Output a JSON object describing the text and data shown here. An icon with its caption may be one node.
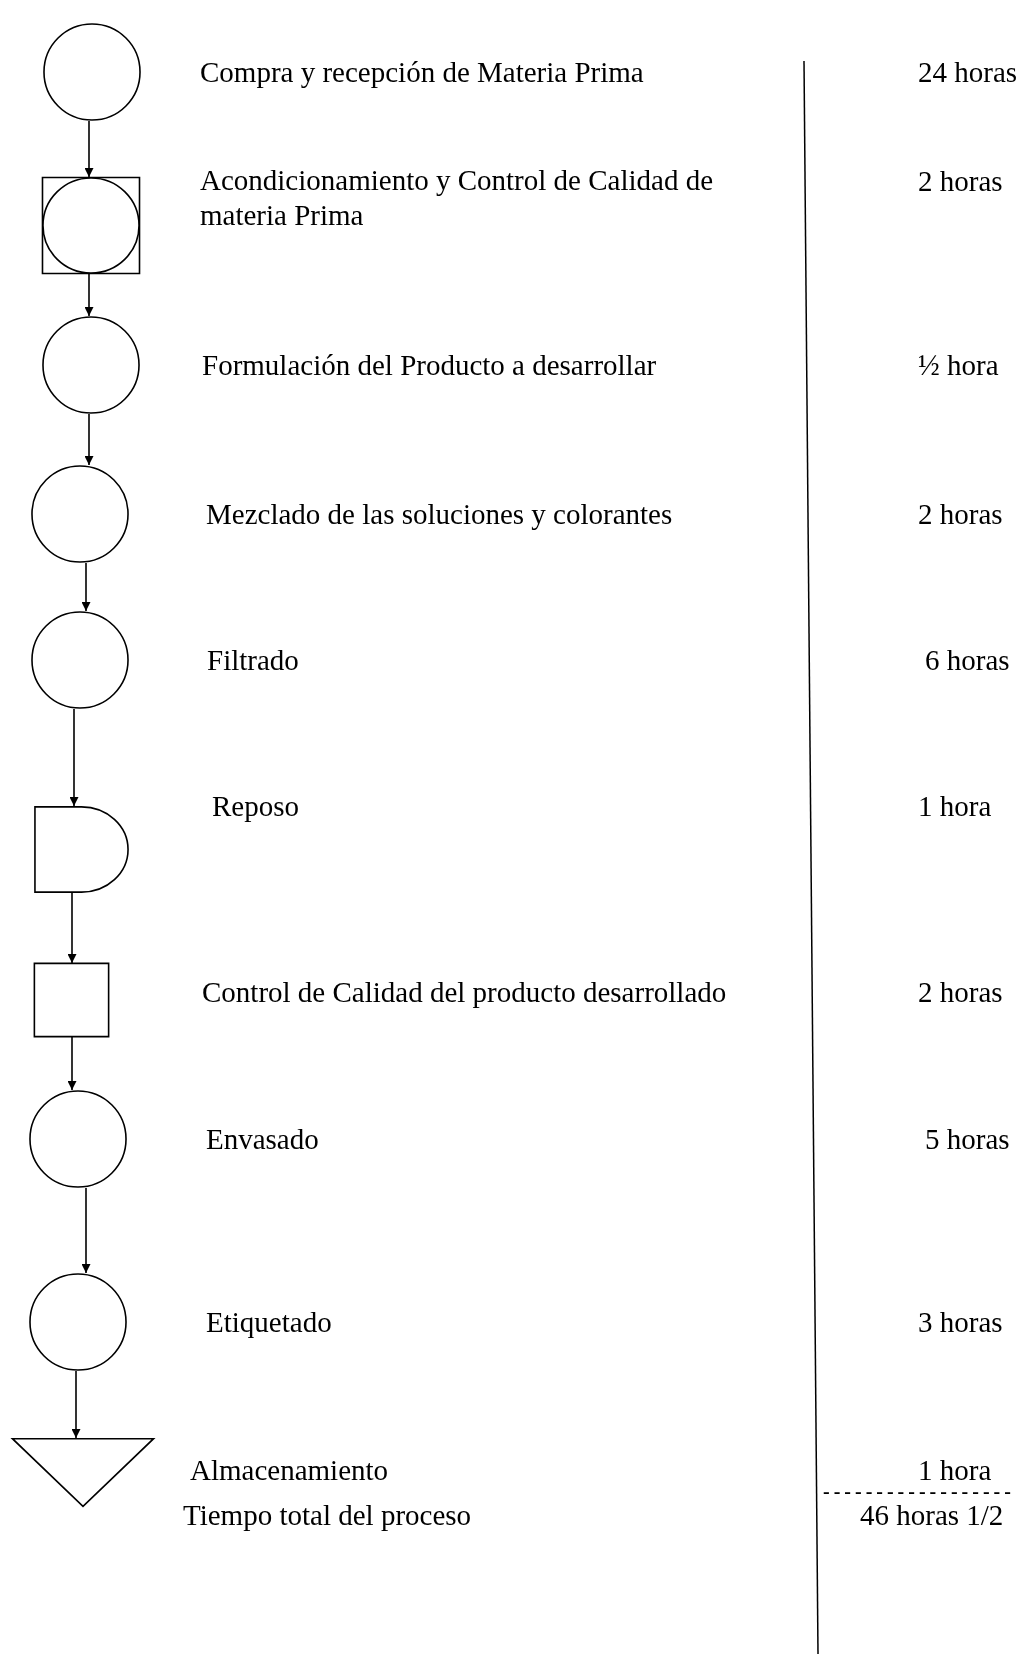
{
  "diagram": {
    "nodes": [
      {
        "text": [],
        "shape": "circle",
        "beside": [
          "Compra y recepción de Materia Prima"
        ]
      },
      {
        "text": [],
        "shape": "box",
        "beside": [
          "Acondicionamiento y Control de Calidad de materia Prima"
        ]
      },
      {
        "text": [],
        "shape": "circle",
        "in": 1
      },
      {
        "text": [],
        "shape": "circle",
        "beside": [
          "Formulación del Producto a desarrollar"
        ]
      },
      {
        "text": [],
        "shape": "circle",
        "beside": [
          "Mezclado de las soluciones y colorantes"
        ]
      },
      {
        "text": [],
        "shape": "circle",
        "beside": [
          "Filtrado"
        ]
      },
      {
        "text": [],
        "shape": "delay",
        "beside": [
          "Reposo"
        ]
      },
      {
        "text": [],
        "shape": "box",
        "beside": [
          "Control de Calidad del producto desarrollado"
        ]
      },
      {
        "text": [],
        "shape": "circle",
        "beside": [
          "Envasado"
        ]
      },
      {
        "text": [],
        "shape": "circle",
        "beside": [
          "Etiquetado"
        ]
      },
      {
        "text": [],
        "shape": "triangle",
        "beside": [
          "Almacenamiento"
        ]
      }
    ],
    "edges": [
      {
        "from": 0,
        "to": 1,
        "arrow": "to"
      },
      {
        "from": 1,
        "to": 3,
        "arrow": "to"
      },
      {
        "from": 3,
        "to": 4,
        "arrow": "to"
      },
      {
        "from": 4,
        "to": 5,
        "arrow": "to"
      },
      {
        "from": 5,
        "to": 6,
        "arrow": "to"
      },
      {
        "from": 6,
        "to": 7,
        "arrow": "to"
      },
      {
        "from": 7,
        "to": 8,
        "arrow": "to"
      },
      {
        "from": 8,
        "to": 9,
        "arrow": "to"
      },
      {
        "from": 9,
        "to": 10,
        "arrow": "to"
      }
    ],
    "labels": [
      "24 horas",
      "2 horas",
      "½ hora",
      "2 horas",
      "6 horas",
      "1 hora",
      "2 horas",
      "5 horas",
      "3 horas",
      "1 hora",
      "------------------",
      "Tiempo total del proceso",
      "46 horas 1/2"
    ]
  }
}
